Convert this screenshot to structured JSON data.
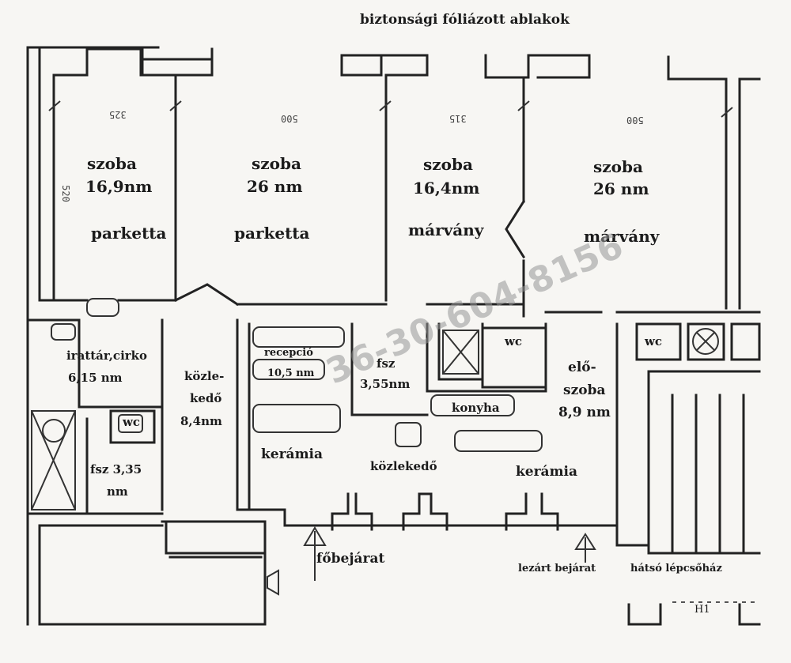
{
  "title": "biztonsági fóliázott ablakok",
  "rooms": {
    "room1": {
      "name": "szoba",
      "area": "16,9nm",
      "floor": "parketta"
    },
    "room2": {
      "name": "szoba",
      "area": "26 nm",
      "floor": "parketta"
    },
    "room3": {
      "name": "szoba",
      "area": "16,4nm",
      "floor": "márvány"
    },
    "room4": {
      "name": "szoba",
      "area": "26 nm",
      "floor": "márvány"
    },
    "irattar": {
      "name": "irattár,cirko",
      "area": "6,15 nm"
    },
    "kozlekedo1": {
      "name_a": "közle-",
      "name_b": "kedő",
      "area": "8,4nm"
    },
    "recepcio": {
      "name": "recepció",
      "area": "10,5 nm"
    },
    "fsz1": {
      "name": "fsz",
      "area": "3,55nm"
    },
    "wc1": "wc",
    "wc2": "wc",
    "wc3": "wc",
    "fsz2": {
      "name": "fsz 3,35",
      "area": "nm"
    },
    "eloszoba": {
      "name_a": "elő-",
      "name_b": "szoba",
      "area": "8,9 nm"
    },
    "konyha": "konyha",
    "ceramic1": "kerámia",
    "ceramic2": "kerámia",
    "kozlekedo2": "közlekedő"
  },
  "entrances": {
    "main": "főbejárat",
    "closed": "lezárt bejárat",
    "back_stair": "hátsó lépcsőház"
  },
  "dimensions": [
    "325",
    "500",
    "315",
    "500",
    "520"
  ],
  "watermark": "36-30-604-8156",
  "marks": {
    "h1": "H1"
  }
}
